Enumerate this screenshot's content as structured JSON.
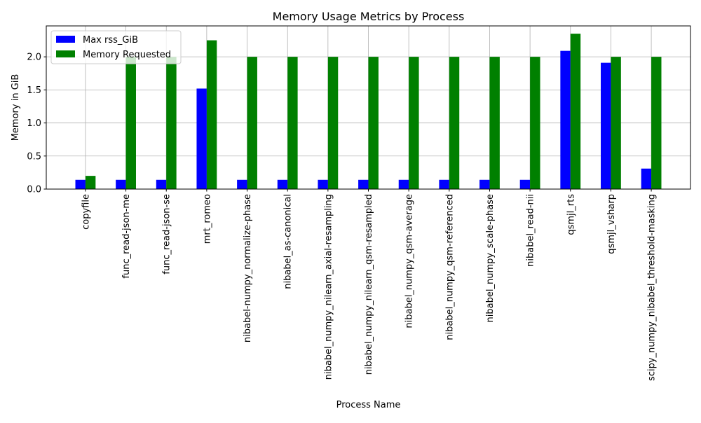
{
  "chart_data": {
    "type": "bar",
    "title": "Memory Usage Metrics by Process",
    "xlabel": "Process Name",
    "ylabel": "Memory in GiB",
    "ylim": [
      0,
      2.4675
    ],
    "yticks": [
      "0.0",
      "0.5",
      "1.0",
      "1.5",
      "2.0"
    ],
    "grid": true,
    "legend_position": "top-left",
    "categories": [
      "copyfile",
      "func_read-json-me",
      "func_read-json-se",
      "mrt_romeo",
      "nibabel-numpy_normalize-phase",
      "nibabel_as-canonical",
      "nibabel_numpy_nilearn_axial-resampling",
      "nibabel_numpy_nilearn_qsm-resampled",
      "nibabel_numpy_qsm-average",
      "nibabel_numpy_qsm-referenced",
      "nibabel_numpy_scale-phase",
      "nibabel_read-nii",
      "qsmjl_rts",
      "qsmjl_vsharp",
      "scipy_numpy_nibabel_threshold-masking"
    ],
    "series": [
      {
        "name": "Max rss_GiB",
        "color": "#0000ff",
        "values": [
          0.14,
          0.14,
          0.14,
          1.52,
          0.14,
          0.14,
          0.14,
          0.14,
          0.14,
          0.14,
          0.14,
          0.14,
          2.09,
          1.91,
          0.31
        ]
      },
      {
        "name": "Memory Requested",
        "color": "#008000",
        "values": [
          0.2,
          2.0,
          2.0,
          2.25,
          2.0,
          2.0,
          2.0,
          2.0,
          2.0,
          2.0,
          2.0,
          2.0,
          2.35,
          2.0,
          2.0
        ]
      }
    ]
  }
}
